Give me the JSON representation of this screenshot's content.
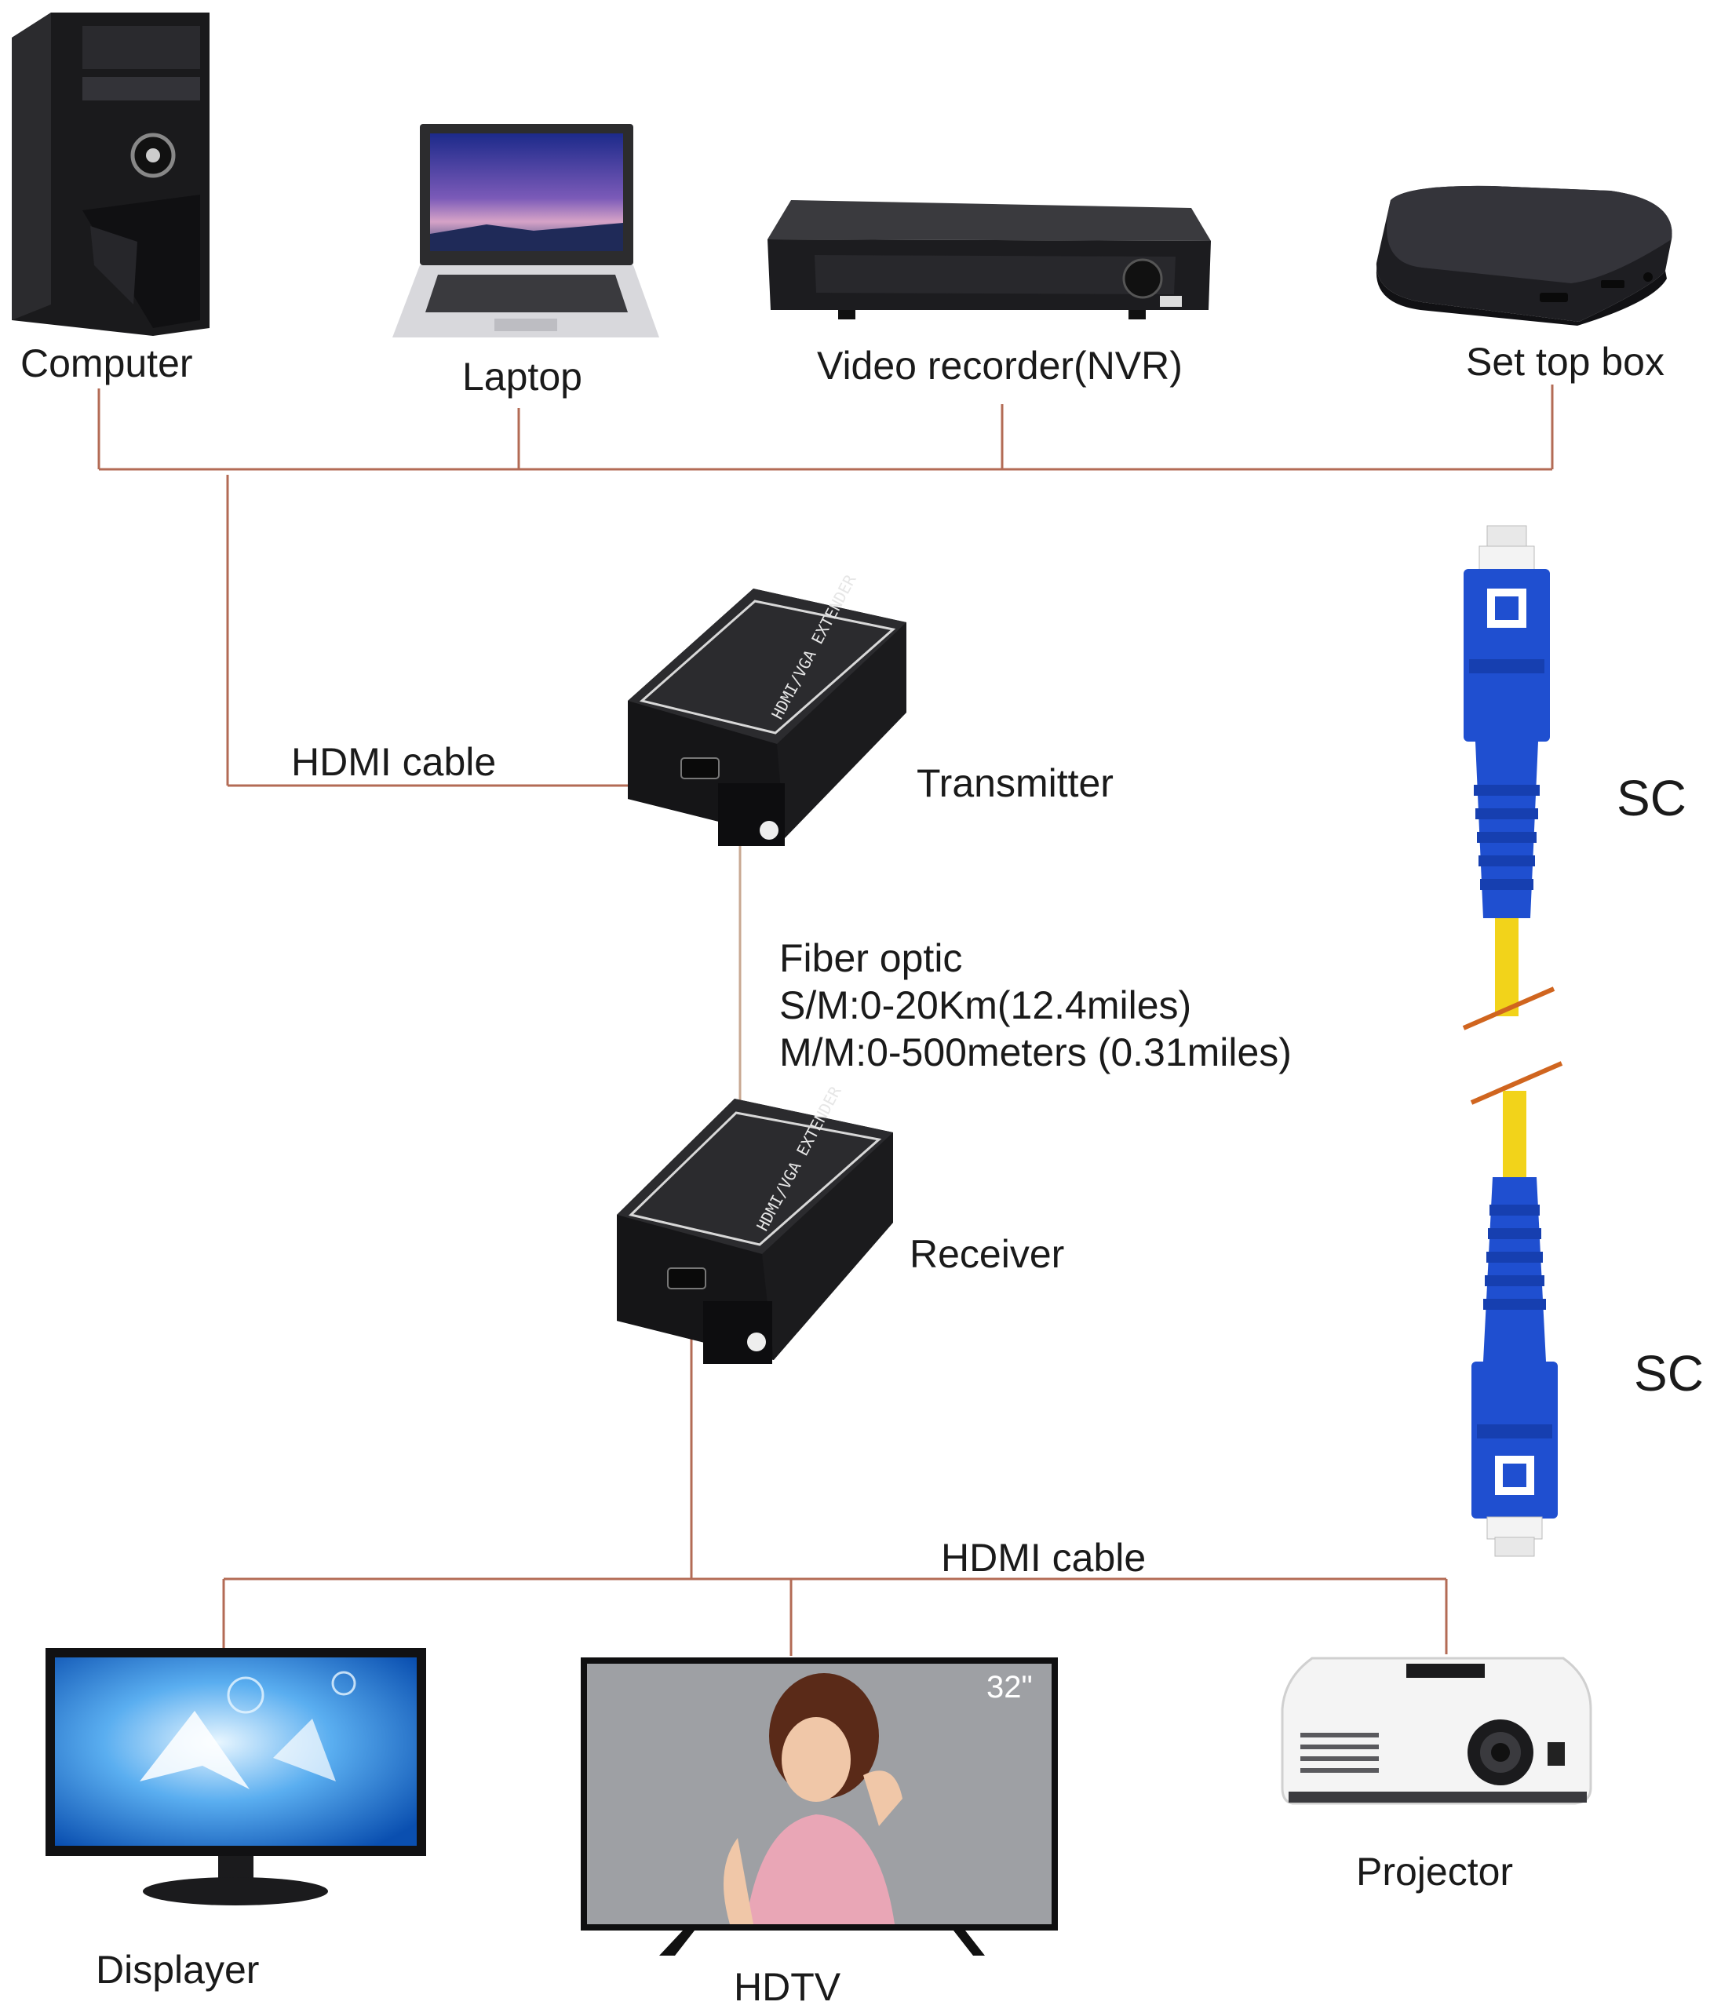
{
  "top_devices": {
    "computer": "Computer",
    "laptop": "Laptop",
    "nvr": "Video recorder(NVR)",
    "settop": "Set top box"
  },
  "links": {
    "hdmi_in": "HDMI cable",
    "hdmi_out": "HDMI cable"
  },
  "extender": {
    "transmitter": "Transmitter",
    "receiver": "Receiver",
    "body_text": "HDMI/VGA EXTENDER"
  },
  "fiber": {
    "title": "Fiber optic",
    "single_mode": "S/M:0-20Km(12.4miles)",
    "multi_mode": "M/M:0-500meters (0.31miles)"
  },
  "connectors": {
    "top": "SC",
    "bottom": "SC"
  },
  "bottom_devices": {
    "displayer": "Displayer",
    "hdtv": "HDTV",
    "hdtv_size": "32\"",
    "projector": "Projector"
  },
  "colors": {
    "wire": "#b36b55",
    "fiber_wire": "#c8a892",
    "connector_blue": "#1f4fd0",
    "fiber_yellow": "#f2d31a",
    "device_dark": "#1d1d1f"
  }
}
